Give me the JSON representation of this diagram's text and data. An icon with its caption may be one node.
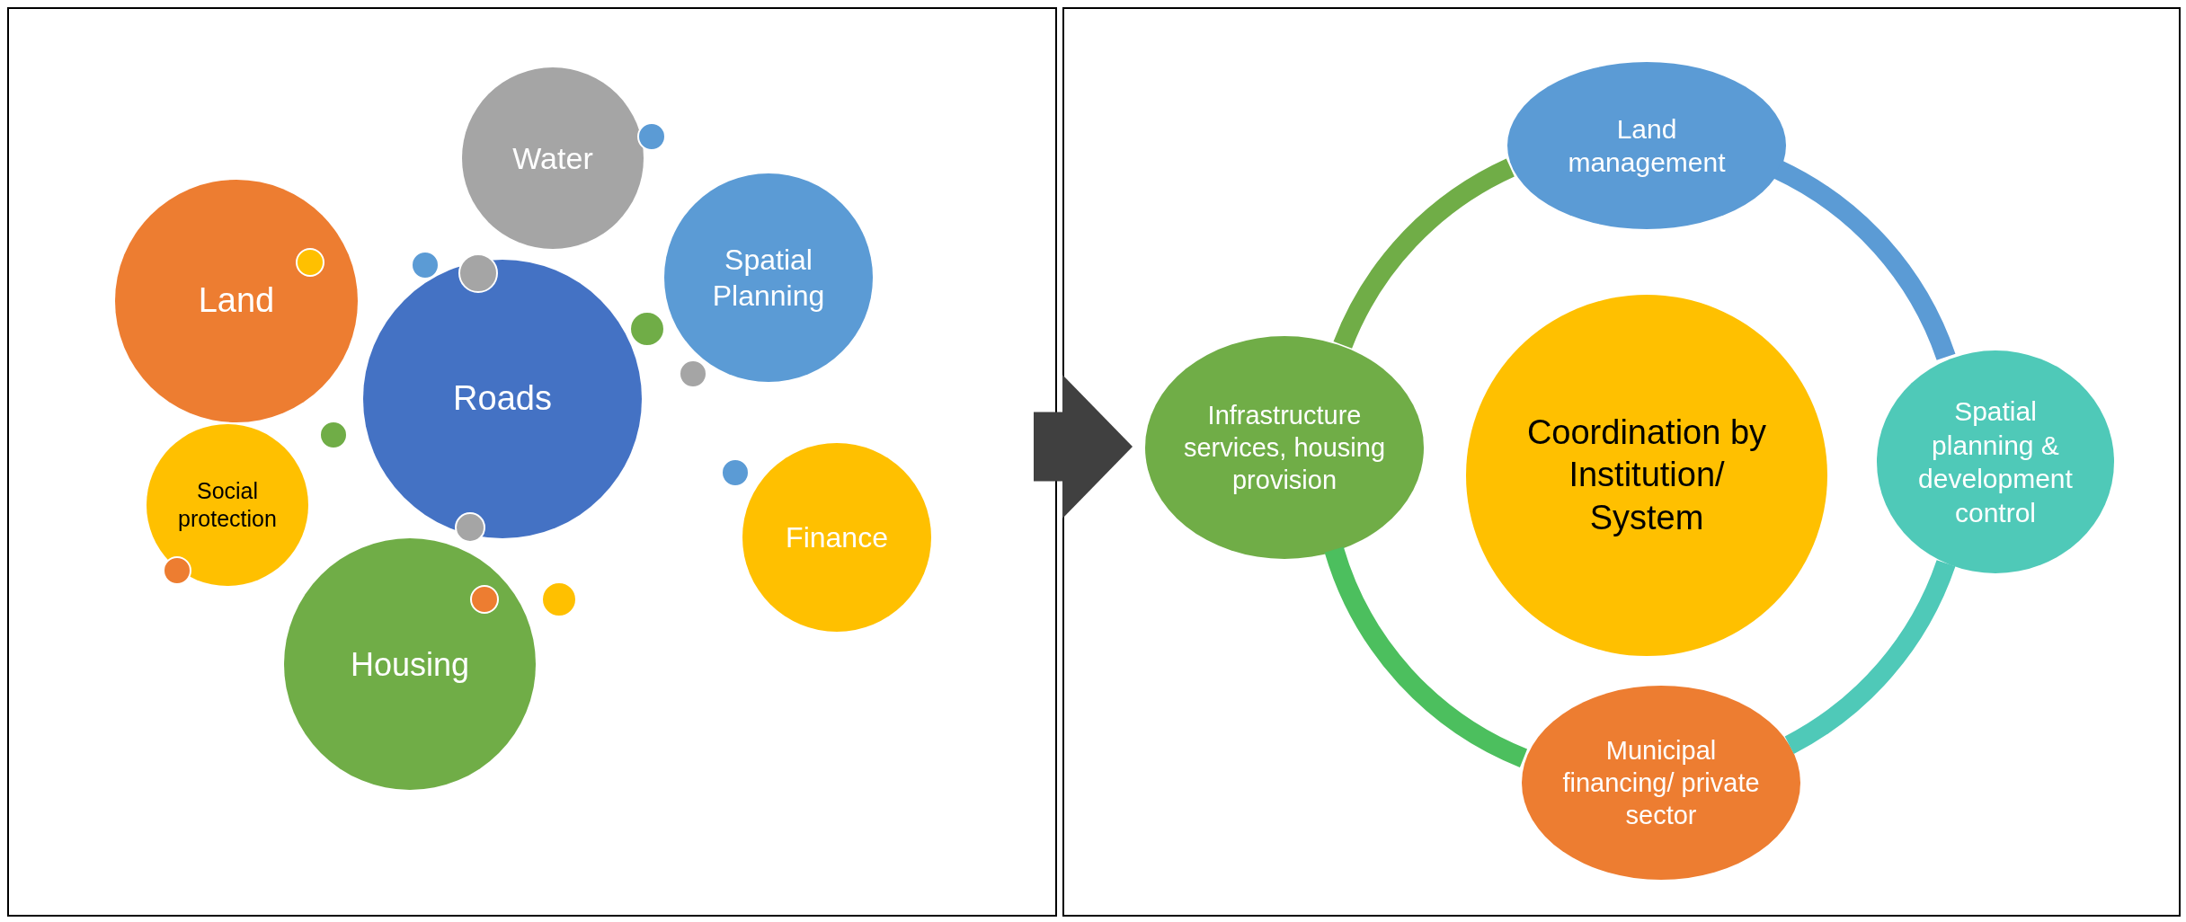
{
  "diagram": {
    "nodes": [
      {
        "text": [],
        "shape": "box"
      },
      {
        "text": [
          "Water"
        ],
        "in": 0
      },
      {
        "text": [],
        "shape": "circle",
        "in": 0
      },
      {
        "text": [
          "Land"
        ],
        "in": 0
      },
      {
        "text": [],
        "shape": "circle",
        "in": 3
      },
      {
        "text": [],
        "shape": "circle",
        "in": 0
      },
      {
        "text": [],
        "shape": "circle",
        "in": 0
      },
      {
        "text": [
          "Spatial Planning"
        ],
        "in": 0
      },
      {
        "text": [
          "Roads"
        ],
        "in": 0
      },
      {
        "text": [],
        "shape": "circle",
        "in": 0
      },
      {
        "text": [],
        "shape": "circle",
        "in": 0
      },
      {
        "text": [],
        "shape": "circle",
        "in": 0
      },
      {
        "text": [],
        "shape": "circle",
        "in": 0
      },
      {
        "text": [
          "Social protection"
        ],
        "in": 0
      },
      {
        "text": [
          "Finance"
        ],
        "in": 0
      },
      {
        "text": [],
        "shape": "circle",
        "in": 0
      },
      {
        "text": [],
        "shape": "circle",
        "in": 13
      },
      {
        "text": [],
        "shape": "circle",
        "in": 19
      },
      {
        "text": [],
        "shape": "circle",
        "in": 0
      },
      {
        "text": [
          "Housing"
        ],
        "in": 0
      },
      {
        "text": [],
        "shape": "box"
      },
      {
        "text": [
          "Land management"
        ],
        "in": 20
      },
      {
        "text": [
          "Infrastructure services, housing provision"
        ],
        "in": 20
      },
      {
        "text": [
          "Coordination by Institution/ System"
        ],
        "in": 20
      },
      {
        "text": [
          "Spatial planning & development control"
        ],
        "in": 20
      },
      {
        "text": [
          "Municipal financing/ private sector"
        ],
        "in": 20
      }
    ],
    "edges": [
      {
        "from": 0,
        "to": 20,
        "arrow": "to",
        "style": "thick",
        "color": "#404040"
      },
      {
        "from": 22,
        "to": 21,
        "arrow": "none",
        "color": "#70ad47"
      },
      {
        "from": 21,
        "to": 24,
        "arrow": "none",
        "color": "#5b9bd5"
      },
      {
        "from": 24,
        "to": 25,
        "arrow": "none",
        "color": "#4fc9b8"
      },
      {
        "from": 25,
        "to": 22,
        "arrow": "none",
        "color": "#4cbf5e"
      }
    ]
  }
}
